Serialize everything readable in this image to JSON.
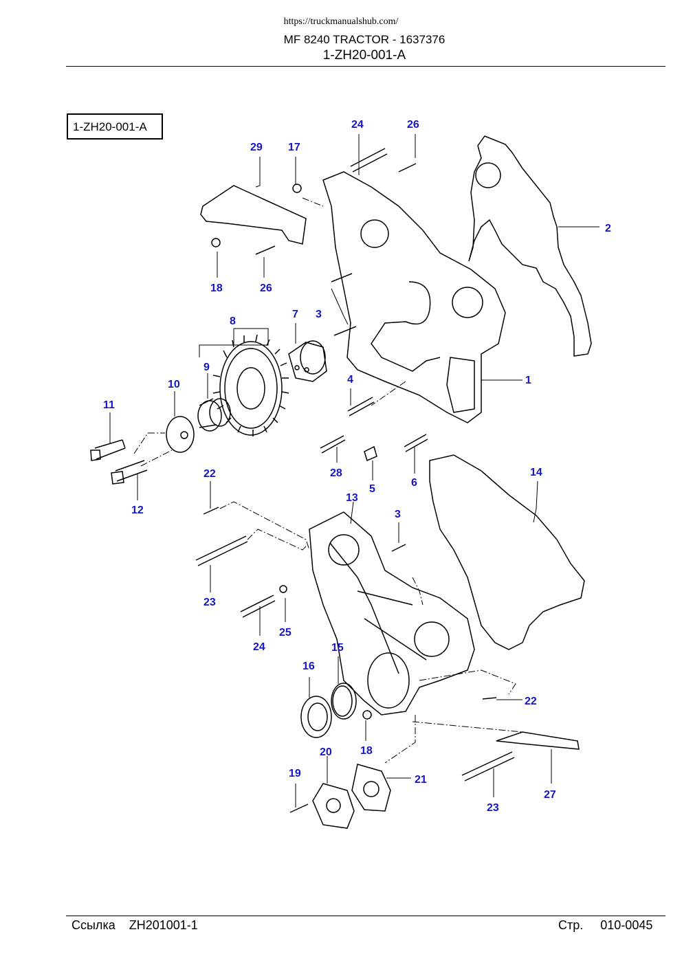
{
  "header": {
    "url": "https://truckmanualshub.com/",
    "title": "MF 8240 TRACTOR - 1637376",
    "code": "1-ZH20-001-A"
  },
  "diagram": {
    "box_label": "1-ZH20-001-A",
    "callouts": {
      "c2": "2",
      "c1": "1",
      "c3a": "3",
      "c3b": "3",
      "c4": "4",
      "c5": "5",
      "c6": "6",
      "c7": "7",
      "c8": "8",
      "c9": "9",
      "c10": "10",
      "c11": "11",
      "c12": "12",
      "c13": "13",
      "c14": "14",
      "c15": "15",
      "c16": "16",
      "c17": "17",
      "c18a": "18",
      "c18b": "18",
      "c19": "19",
      "c20": "20",
      "c21": "21",
      "c22a": "22",
      "c22b": "22",
      "c23a": "23",
      "c23b": "23",
      "c24a": "24",
      "c24b": "24",
      "c25": "25",
      "c26a": "26",
      "c26b": "26",
      "c27": "27",
      "c28": "28",
      "c29": "29"
    },
    "callout_color": "#1515c8"
  },
  "footer": {
    "ref_label": "Ссылка",
    "ref_code": "ZH201001-1",
    "page_label": "Стр.",
    "page_number": "010-0045"
  }
}
